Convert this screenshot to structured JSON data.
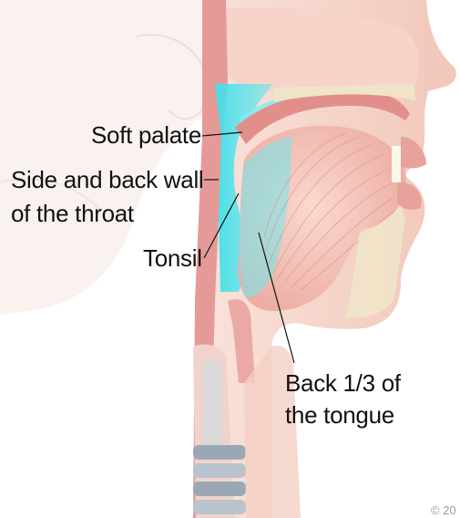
{
  "labels": {
    "soft_palate": "Soft palate",
    "side_wall_line1": "Side and back wall",
    "side_wall_line2": "of the throat",
    "tonsil": "Tonsil",
    "tongue_line1": "Back 1/3 of",
    "tongue_line2": "the tongue"
  },
  "copyright": "© 20",
  "colors": {
    "highlight": "#46e3ec",
    "tissue": "#e9a3a0",
    "skin": "#f3d1c6",
    "bone": "#efe4c9",
    "tongue": "#f7c8bf"
  }
}
